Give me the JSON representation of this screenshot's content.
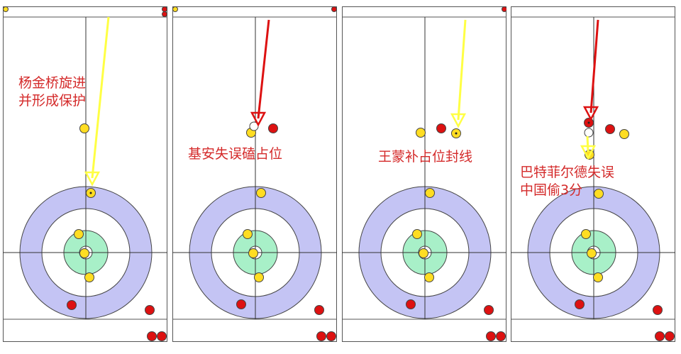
{
  "colors": {
    "yellow_stone": "#ffdd22",
    "red_stone": "#dd1111",
    "twelve_foot": "#c4c4f4",
    "four_foot": "#a8f0c8",
    "caption": "#d42a2a",
    "yellow_path": "#ffff44",
    "red_path": "#dd1111"
  },
  "panels": [
    {
      "caption_lines": [
        "杨金桥旋进",
        "并形成保护"
      ]
    },
    {
      "caption_lines": [
        "基安失误磕占位"
      ]
    },
    {
      "caption_lines": [
        "王蒙补占位封线"
      ]
    },
    {
      "caption_lines": [
        "巴特菲尔德失误",
        "中国偷3分"
      ]
    }
  ]
}
